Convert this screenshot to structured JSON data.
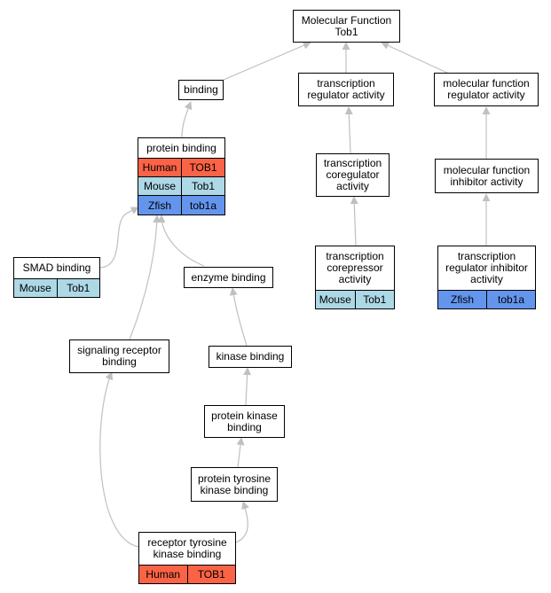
{
  "colors": {
    "human": "#fa6346",
    "mouse": "#add8e6",
    "zfish": "#6495ed",
    "edge": "#c0c0c0"
  },
  "nodes": {
    "root": {
      "label": "Molecular Function\nTob1"
    },
    "binding": {
      "label": "binding"
    },
    "transcription_regulator_activity": {
      "label": "transcription\nregulator activity"
    },
    "molecular_function_regulator_activity": {
      "label": "molecular function\nregulator activity"
    },
    "protein_binding": {
      "label": "protein binding",
      "rows": [
        {
          "species": "Human",
          "gene": "TOB1"
        },
        {
          "species": "Mouse",
          "gene": "Tob1"
        },
        {
          "species": "Zfish",
          "gene": "tob1a"
        }
      ]
    },
    "transcription_coregulator_activity": {
      "label": "transcription\ncoregulator\nactivity"
    },
    "molecular_function_inhibitor_activity": {
      "label": "molecular function\ninhibitor activity"
    },
    "smad_binding": {
      "label": "SMAD binding",
      "rows": [
        {
          "species": "Mouse",
          "gene": "Tob1"
        }
      ]
    },
    "enzyme_binding": {
      "label": "enzyme binding"
    },
    "transcription_corepressor_activity": {
      "label": "transcription\ncorepressor\nactivity",
      "rows": [
        {
          "species": "Mouse",
          "gene": "Tob1"
        }
      ]
    },
    "transcription_regulator_inhibitor_activity": {
      "label": "transcription\nregulator inhibitor\nactivity",
      "rows": [
        {
          "species": "Zfish",
          "gene": "tob1a"
        }
      ]
    },
    "signaling_receptor_binding": {
      "label": "signaling receptor\nbinding"
    },
    "kinase_binding": {
      "label": "kinase binding"
    },
    "protein_kinase_binding": {
      "label": "protein kinase\nbinding"
    },
    "protein_tyrosine_kinase_binding": {
      "label": "protein tyrosine\nkinase binding"
    },
    "receptor_tyrosine_kinase_binding": {
      "label": "receptor tyrosine\nkinase binding",
      "rows": [
        {
          "species": "Human",
          "gene": "TOB1"
        }
      ]
    }
  }
}
